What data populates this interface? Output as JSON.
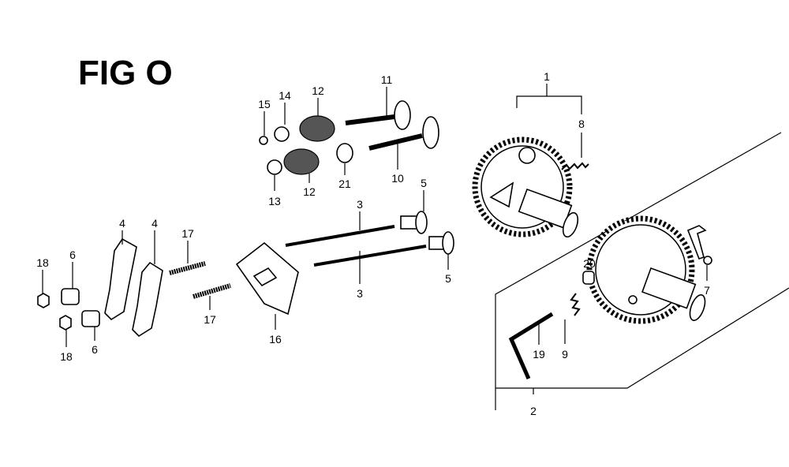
{
  "title": "FIG O",
  "callouts": {
    "camshaft": "1",
    "cam_assembly_alt": "2",
    "push_rod_upper": "3",
    "push_rod_lower": "3",
    "rocker_arm_left": "4",
    "rocker_arm_right": "4",
    "tappet_upper": "5",
    "tappet_lower": "5",
    "pivot_upper": "6",
    "pivot_lower": "6",
    "decomp_weight": "7",
    "spring_upper": "8",
    "spring_lower": "9",
    "exhaust_valve": "10",
    "intake_valve": "11",
    "valve_spring_upper": "12",
    "valve_spring_lower": "12",
    "retainer_lower": "13",
    "retainer_upper": "14",
    "cap": "15",
    "push_rod_guide": "16",
    "stud_upper": "17",
    "stud_lower": "17",
    "nut_upper": "18",
    "nut_lower": "18",
    "pin": "19",
    "collar": "20",
    "seal": "21"
  }
}
